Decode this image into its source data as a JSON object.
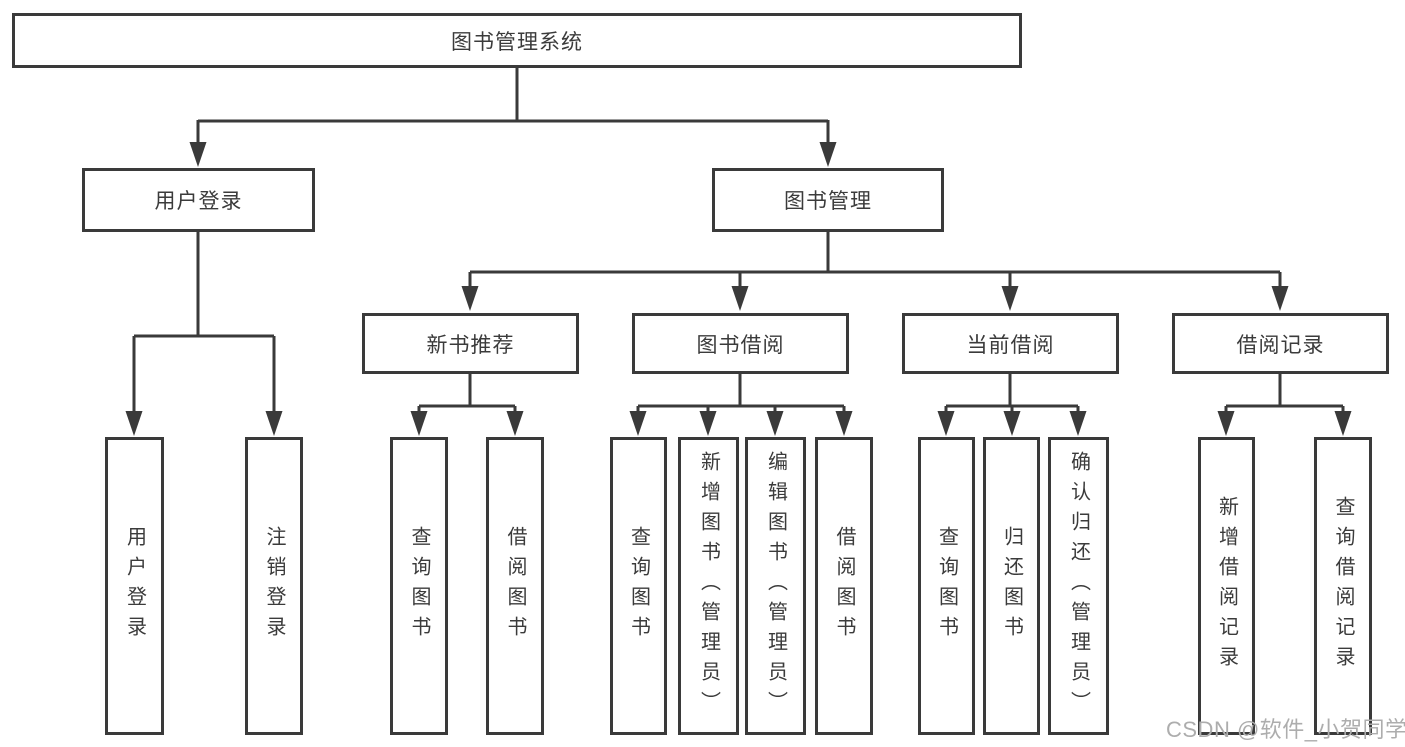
{
  "page": {
    "background": "#ffffff"
  },
  "colors": {
    "line": "#3a3a3a",
    "text": "#3b3b3b",
    "watermark": "#adadad"
  },
  "watermark": {
    "text": "CSDN @软件_小贺同学"
  },
  "tree": {
    "root": {
      "label": "图书管理系统"
    },
    "branches": [
      {
        "label": "用户登录",
        "children": [
          {
            "label": "用户登录"
          },
          {
            "label": "注销登录"
          }
        ]
      },
      {
        "label": "图书管理",
        "children": [
          {
            "label": "新书推荐",
            "children": [
              {
                "label": "查询图书"
              },
              {
                "label": "借阅图书"
              }
            ]
          },
          {
            "label": "图书借阅",
            "children": [
              {
                "label": "查询图书"
              },
              {
                "label": "新增图书（管理员）"
              },
              {
                "label": "编辑图书（管理员）"
              },
              {
                "label": "借阅图书"
              }
            ]
          },
          {
            "label": "当前借阅",
            "children": [
              {
                "label": "查询图书"
              },
              {
                "label": "归还图书"
              },
              {
                "label": "确认归还（管理员）"
              }
            ]
          },
          {
            "label": "借阅记录",
            "children": [
              {
                "label": "新增借阅记录"
              },
              {
                "label": "查询借阅记录"
              }
            ]
          }
        ]
      }
    ]
  }
}
